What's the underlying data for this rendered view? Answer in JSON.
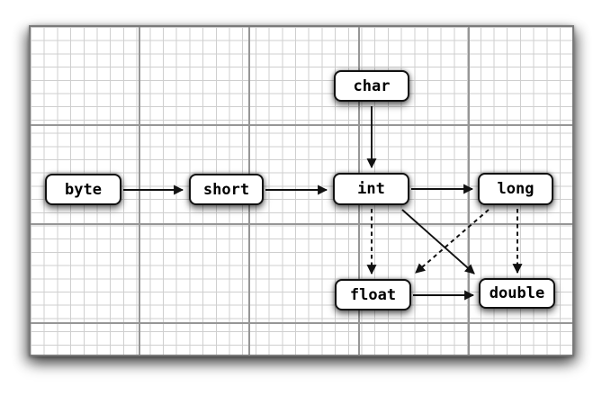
{
  "figure": {
    "kind": "type-conversion-diagram"
  },
  "nodes": {
    "byte": {
      "label": "byte"
    },
    "short": {
      "label": "short"
    },
    "char": {
      "label": "char"
    },
    "int": {
      "label": "int"
    },
    "long": {
      "label": "long"
    },
    "float": {
      "label": "float"
    },
    "double": {
      "label": "double"
    }
  },
  "edges": [
    {
      "from": "byte",
      "to": "short",
      "style": "solid"
    },
    {
      "from": "short",
      "to": "int",
      "style": "solid"
    },
    {
      "from": "char",
      "to": "int",
      "style": "solid"
    },
    {
      "from": "int",
      "to": "long",
      "style": "solid"
    },
    {
      "from": "int",
      "to": "float",
      "style": "dashed"
    },
    {
      "from": "int",
      "to": "double",
      "style": "solid"
    },
    {
      "from": "long",
      "to": "float",
      "style": "dashed"
    },
    {
      "from": "long",
      "to": "double",
      "style": "dashed"
    },
    {
      "from": "float",
      "to": "double",
      "style": "solid"
    }
  ],
  "colors": {
    "background": "#ffffff",
    "grid_minor": "#cfcfcf",
    "grid_major": "#969696",
    "panel_border": "#7a7a7a",
    "node_fill": "#ffffff",
    "node_border": "#111111",
    "arrow": "#111111"
  }
}
